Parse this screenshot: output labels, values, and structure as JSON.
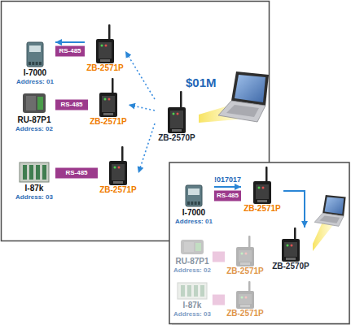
{
  "diagram": {
    "nodes": [
      {
        "text": [
          "I-7000",
          "Address: 01"
        ]
      },
      {
        "text": [
          "ZB-2571P"
        ]
      },
      {
        "text": [
          "RU-87P1",
          "Address: 02"
        ]
      },
      {
        "text": [
          "ZB-2571P"
        ]
      },
      {
        "text": [
          "ZB-2570P"
        ]
      },
      {
        "text": [
          "I-87k",
          "Address: 03"
        ]
      },
      {
        "text": [
          "ZB-2571P"
        ]
      },
      {
        "text": [
          "I-7000",
          "Address: 01"
        ]
      },
      {
        "text": [
          "ZB-2571P"
        ]
      },
      {
        "text": [
          "ZB-2570P"
        ]
      },
      {
        "text": [
          "RU-87P1",
          "Address: 02"
        ]
      },
      {
        "text": [
          "ZB-2571P"
        ]
      },
      {
        "text": [
          "I-87k",
          "Address: 03"
        ]
      },
      {
        "text": [
          "ZB-2571P"
        ]
      }
    ],
    "edges": [
      {
        "from": 1,
        "to": 0,
        "arrow": "to",
        "label": "RS-485"
      },
      {
        "from": 3,
        "to": 2,
        "arrow": "none",
        "label": "RS-485"
      },
      {
        "from": 6,
        "to": 5,
        "arrow": "none",
        "label": "RS-485"
      },
      {
        "from": 4,
        "to": 1,
        "arrow": "to"
      },
      {
        "from": 4,
        "to": 3,
        "arrow": "to"
      },
      {
        "from": 4,
        "to": 6,
        "arrow": "to"
      },
      {
        "from": 7,
        "to": 8,
        "arrow": "to",
        "label": "!017017"
      },
      {
        "from": 8,
        "to": 9,
        "arrow": "to"
      },
      {
        "from": 11,
        "to": 10,
        "arrow": "none"
      },
      {
        "from": 13,
        "to": 12,
        "arrow": "none"
      }
    ],
    "labels": [
      "$01M",
      "RS-485"
    ]
  }
}
